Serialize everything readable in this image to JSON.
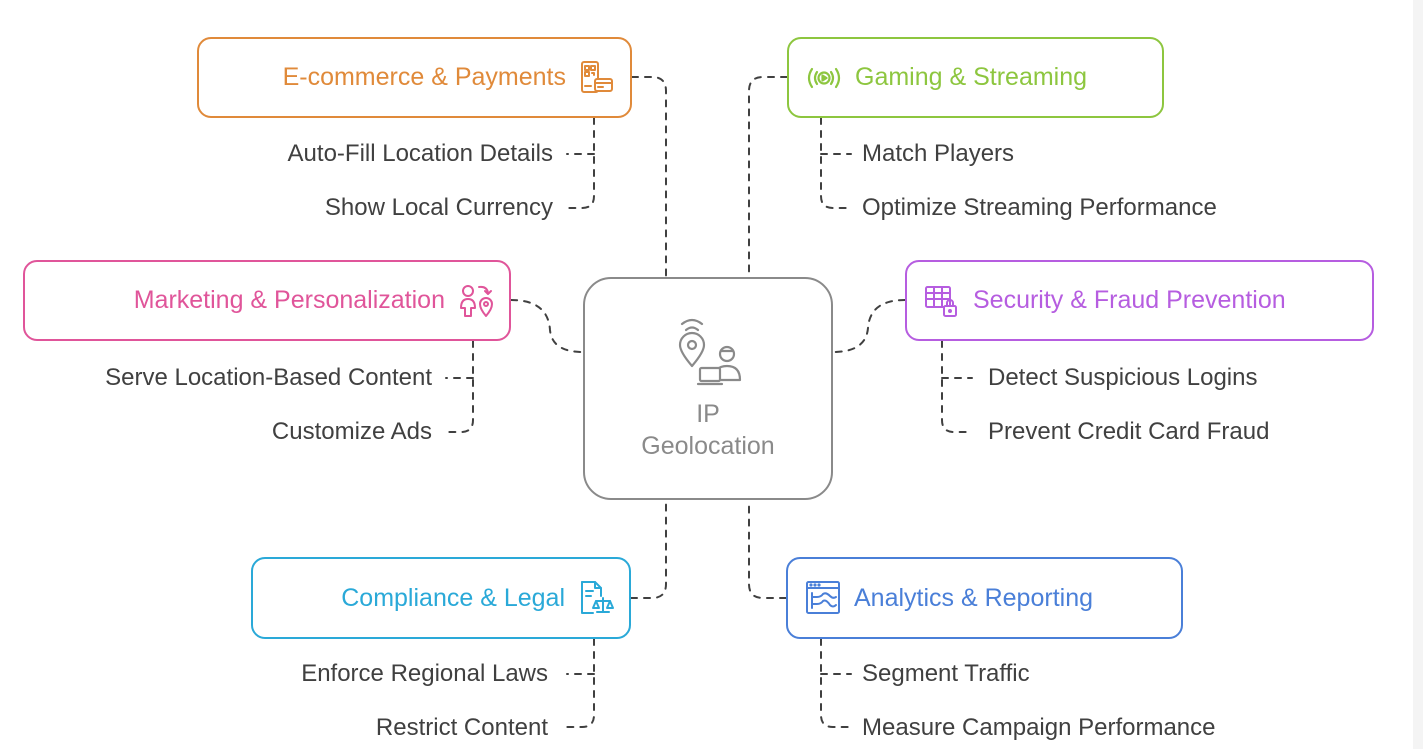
{
  "center": {
    "title_line1": "IP",
    "title_line2": "Geolocation",
    "color": "#8a8a8a",
    "icon": "location-signal-person-icon"
  },
  "categories": [
    {
      "label": "E-commerce & Payments",
      "color": "#e08a3a",
      "icon": "shopping-payment-icon",
      "items": [
        "Auto-Fill Location Details",
        "Show Local Currency"
      ]
    },
    {
      "label": "Gaming & Streaming",
      "color": "#8dc63f",
      "icon": "streaming-signal-icon",
      "items": [
        "Match Players",
        "Optimize Streaming Performance"
      ]
    },
    {
      "label": "Marketing & Personalization",
      "color": "#e0559a",
      "icon": "person-location-icon",
      "items": [
        "Serve Location-Based Content",
        "Customize Ads"
      ]
    },
    {
      "label": "Security & Fraud Prevention",
      "color": "#b65de0",
      "icon": "table-lock-icon",
      "items": [
        "Detect Suspicious Logins",
        "Prevent Credit Card Fraud"
      ]
    },
    {
      "label": "Compliance & Legal",
      "color": "#2aa9d8",
      "icon": "document-scales-icon",
      "items": [
        "Enforce Regional Laws",
        "Restrict Content"
      ]
    },
    {
      "label": "Analytics & Reporting",
      "color": "#4a7fd8",
      "icon": "analytics-dashboard-icon",
      "items": [
        "Segment Traffic",
        "Measure Campaign Performance"
      ]
    }
  ]
}
